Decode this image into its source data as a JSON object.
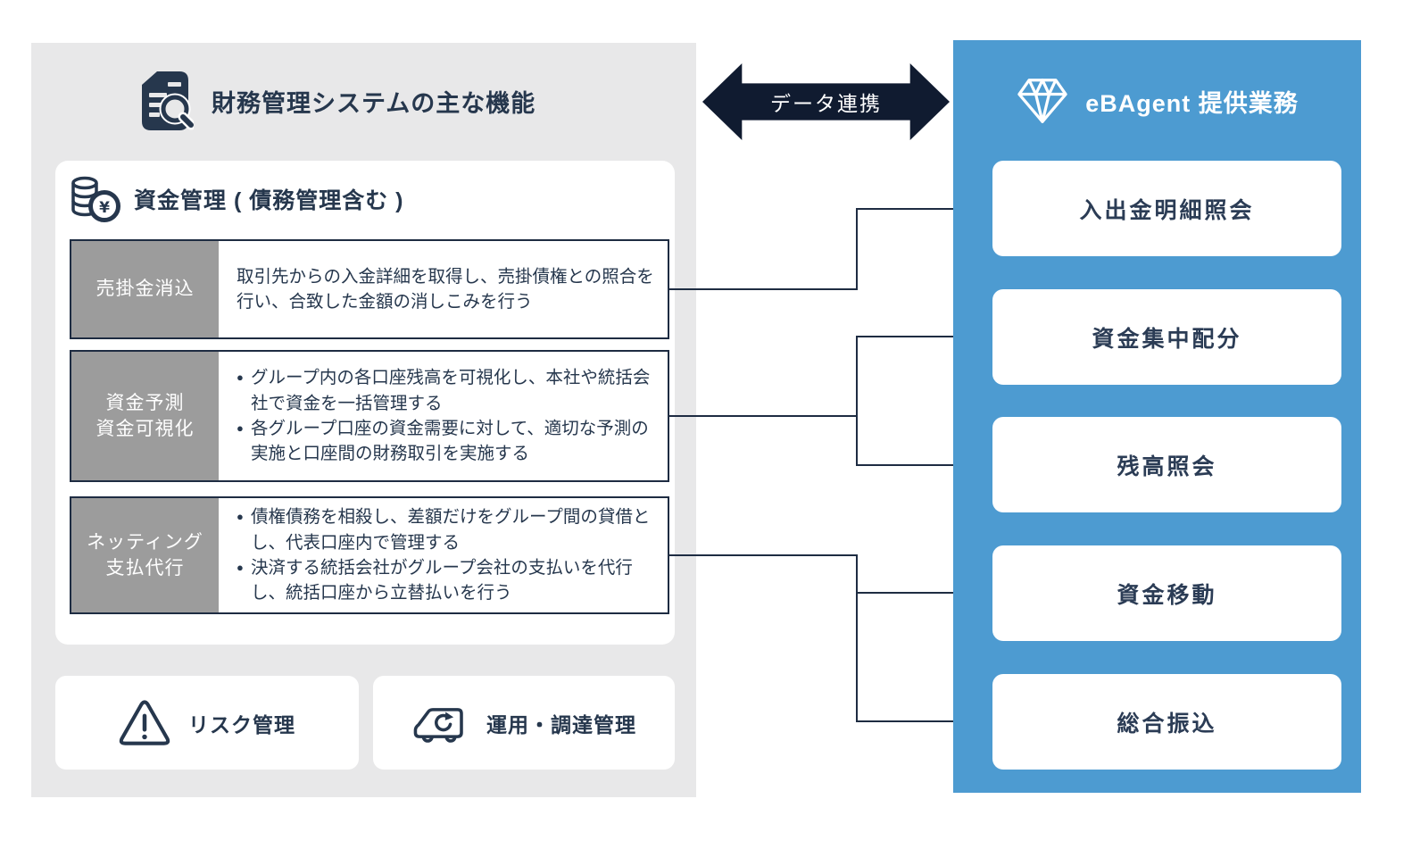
{
  "left_panel": {
    "title": "財務管理システムの主な機能",
    "title_icon": "document-search-icon",
    "funds_card": {
      "title": "資金管理 ( 債務管理含む )",
      "title_icon": "coins-icon",
      "rows": [
        {
          "label_lines": [
            "売掛金消込"
          ],
          "text": "取引先からの入金詳細を取得し、売掛債権との照合を行い、合致した金額の消しこみを行う"
        },
        {
          "label_lines": [
            "資金予測",
            "資金可視化"
          ],
          "bullets": [
            "グループ内の各口座残高を可視化し、本社や統括会社で資金を一括管理する",
            "各グループ口座の資金需要に対して、適切な予測の実施と口座間の財務取引を実施する"
          ]
        },
        {
          "label_lines": [
            "ネッティング",
            "支払代行"
          ],
          "bullets": [
            "債権債務を相殺し、差額だけをグループ間の貸借とし、代表口座内で管理する",
            "決済する統括会社がグループ会社の支払いを代行し、統括口座から立替払いを行う"
          ]
        }
      ]
    },
    "bottom_cards": [
      {
        "label": "リスク管理",
        "icon": "warning-icon"
      },
      {
        "label": "運用・調達管理",
        "icon": "truck-icon"
      }
    ]
  },
  "center": {
    "arrow_label": "データ連携"
  },
  "right_panel": {
    "title": "eBAgent 提供業務",
    "title_icon": "diamond-icon",
    "items": [
      "入出金明細照会",
      "資金集中配分",
      "残高照会",
      "資金移動",
      "総合振込"
    ]
  },
  "colors": {
    "panel_gray": "#e8e8e9",
    "label_gray": "#9c9c9c",
    "navy_text": "#26374d",
    "border_navy": "#1e2c42",
    "arrow_navy": "#101b30",
    "panel_blue": "#4d9bd1",
    "card_white": "#ffffff"
  }
}
